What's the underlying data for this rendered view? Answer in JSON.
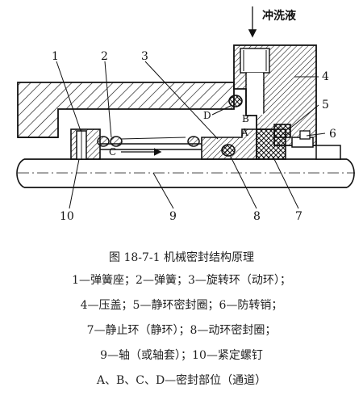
{
  "figure": {
    "flush_label": "冲洗液",
    "part_numbers": [
      "1",
      "2",
      "3",
      "4",
      "5",
      "6",
      "7",
      "8",
      "9",
      "10"
    ],
    "seal_points": [
      "A",
      "B",
      "C",
      "D"
    ]
  },
  "caption": {
    "title": "图 18-7-1   机械密封结构原理",
    "legend": [
      "1—弹簧座；2—弹簧；3—旋转环（动环）；",
      "4—压盖；5—静环密封圈；6—防转销；",
      "7—静止环（静环）；8—动环密封圈；",
      "9—轴（或轴套）；10—紧定螺钉",
      "A、B、C、D—密封部位（通道）"
    ]
  }
}
